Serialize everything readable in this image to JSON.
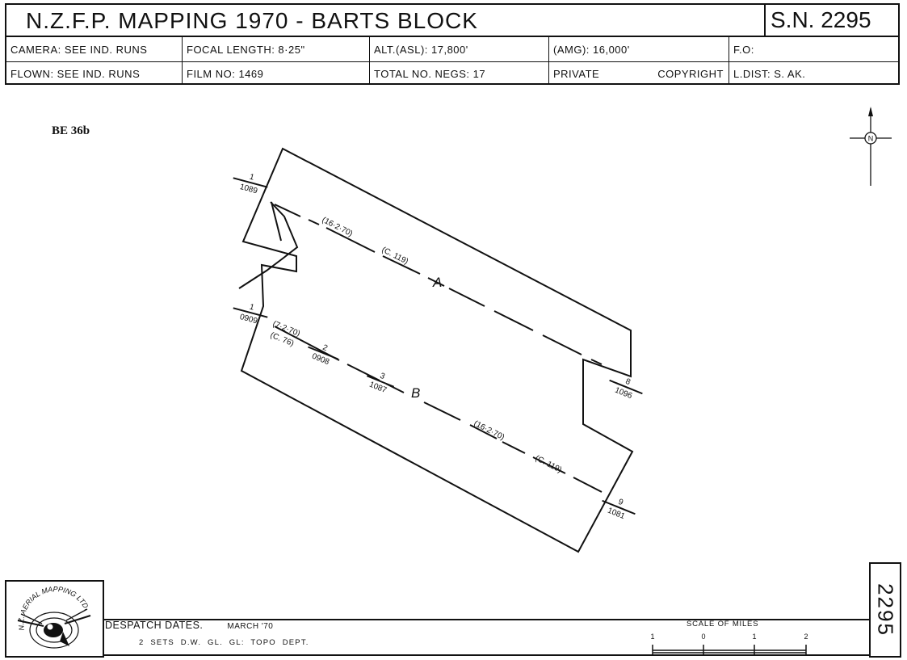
{
  "header": {
    "title": "N.Z.F.P. MAPPING 1970 - BARTS BLOCK",
    "serial": "S.N. 2295",
    "row2": {
      "camera": "CAMERA: SEE IND. RUNS",
      "focal": "FOCAL LENGTH: 8·25\"",
      "alt_asl": "ALT.(ASL): 17,800'",
      "alt_amg": "(AMG): 16,000'",
      "fo": "F.O:"
    },
    "row3": {
      "flown": "FLOWN: SEE IND. RUNS",
      "film": "FILM NO: 1469",
      "negs": "TOTAL NO. NEGS: 17",
      "private": "PRIVATE",
      "copyright": "COPYRIGHT",
      "ldist": "L.DIST: S. AK."
    }
  },
  "map": {
    "label": "BE 36b",
    "north": "N",
    "run_a": {
      "letter": "A",
      "start_num": "1",
      "start_neg": "1089",
      "date": "(16·2·70)",
      "camera": "(C. 119)",
      "end_num": "8",
      "end_neg": "1096"
    },
    "run_b": {
      "letter": "B",
      "start_num": "1",
      "start_neg": "0909",
      "date1": "(7·2·70)",
      "camera1": "(C. 76)",
      "mid1_num": "2",
      "mid1_neg": "0908",
      "mid2_num": "3",
      "mid2_neg": "1087",
      "date2": "(16·2·70)",
      "camera2": "(C. 119)",
      "end_num": "9",
      "end_neg": "1081"
    }
  },
  "footer": {
    "logo_text": "N.Z. AERIAL MAPPING LTD.",
    "despatch_label": "DESPATCH DATES.",
    "despatch_date": "MARCH '70",
    "sets_line": "2 SETS D.W. GL. GL: TOPO DEPT.",
    "scale_title": "SCALE OF MILES",
    "scale_ticks": [
      "1",
      "0",
      "1",
      "2"
    ],
    "side_serial": "2295"
  }
}
